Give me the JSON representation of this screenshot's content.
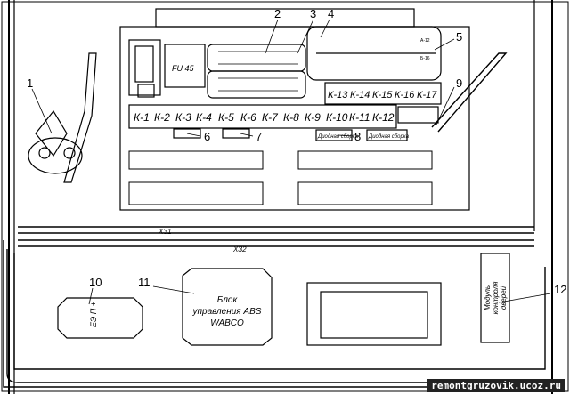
{
  "relays_top": [
    "К-13",
    "К-14",
    "К-15",
    "К-16",
    "К-17"
  ],
  "relays_bottom": [
    "К-1",
    "К-2",
    "К-3",
    "К-4",
    "К-5",
    "К-6",
    "К-7",
    "К-8",
    "К-9",
    "К-10",
    "К-11",
    "К-12"
  ],
  "fuse_label": "FU 45",
  "callouts": [
    "1",
    "2",
    "3",
    "4",
    "5",
    "6",
    "7",
    "8",
    "9",
    "10",
    "11",
    "12"
  ],
  "abs_unit": {
    "line1": "Блок",
    "line2": "управления ABS",
    "line3": "WABCO"
  },
  "door_module": {
    "line1": "Модуль",
    "line2": "контроля",
    "line3": "дверей"
  },
  "small_box_text": "ЕЭ П +",
  "diode_block_labels": [
    "Диодная сборка",
    "Диодная сборка"
  ],
  "fuse_rows_marks": [
    "А-12",
    "Б-16"
  ],
  "harness_labels": [
    "ХЗ1",
    "ХЗ2"
  ],
  "watermark": "remontgruzovik.ucoz.ru"
}
